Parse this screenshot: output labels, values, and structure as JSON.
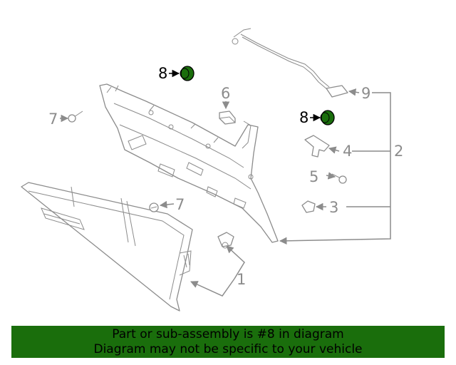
{
  "callouts": {
    "c1": "1",
    "c2": "2",
    "c3": "3",
    "c4": "4",
    "c5": "5",
    "c6": "6",
    "c7a": "7",
    "c7b": "7",
    "c8a": "8",
    "c8b": "8",
    "c9": "9"
  },
  "highlight_color": "#1a6e0c",
  "banner": {
    "line1": "Part or sub-assembly is #8 in diagram",
    "line2": "Diagram may not be specific to your vehicle"
  }
}
